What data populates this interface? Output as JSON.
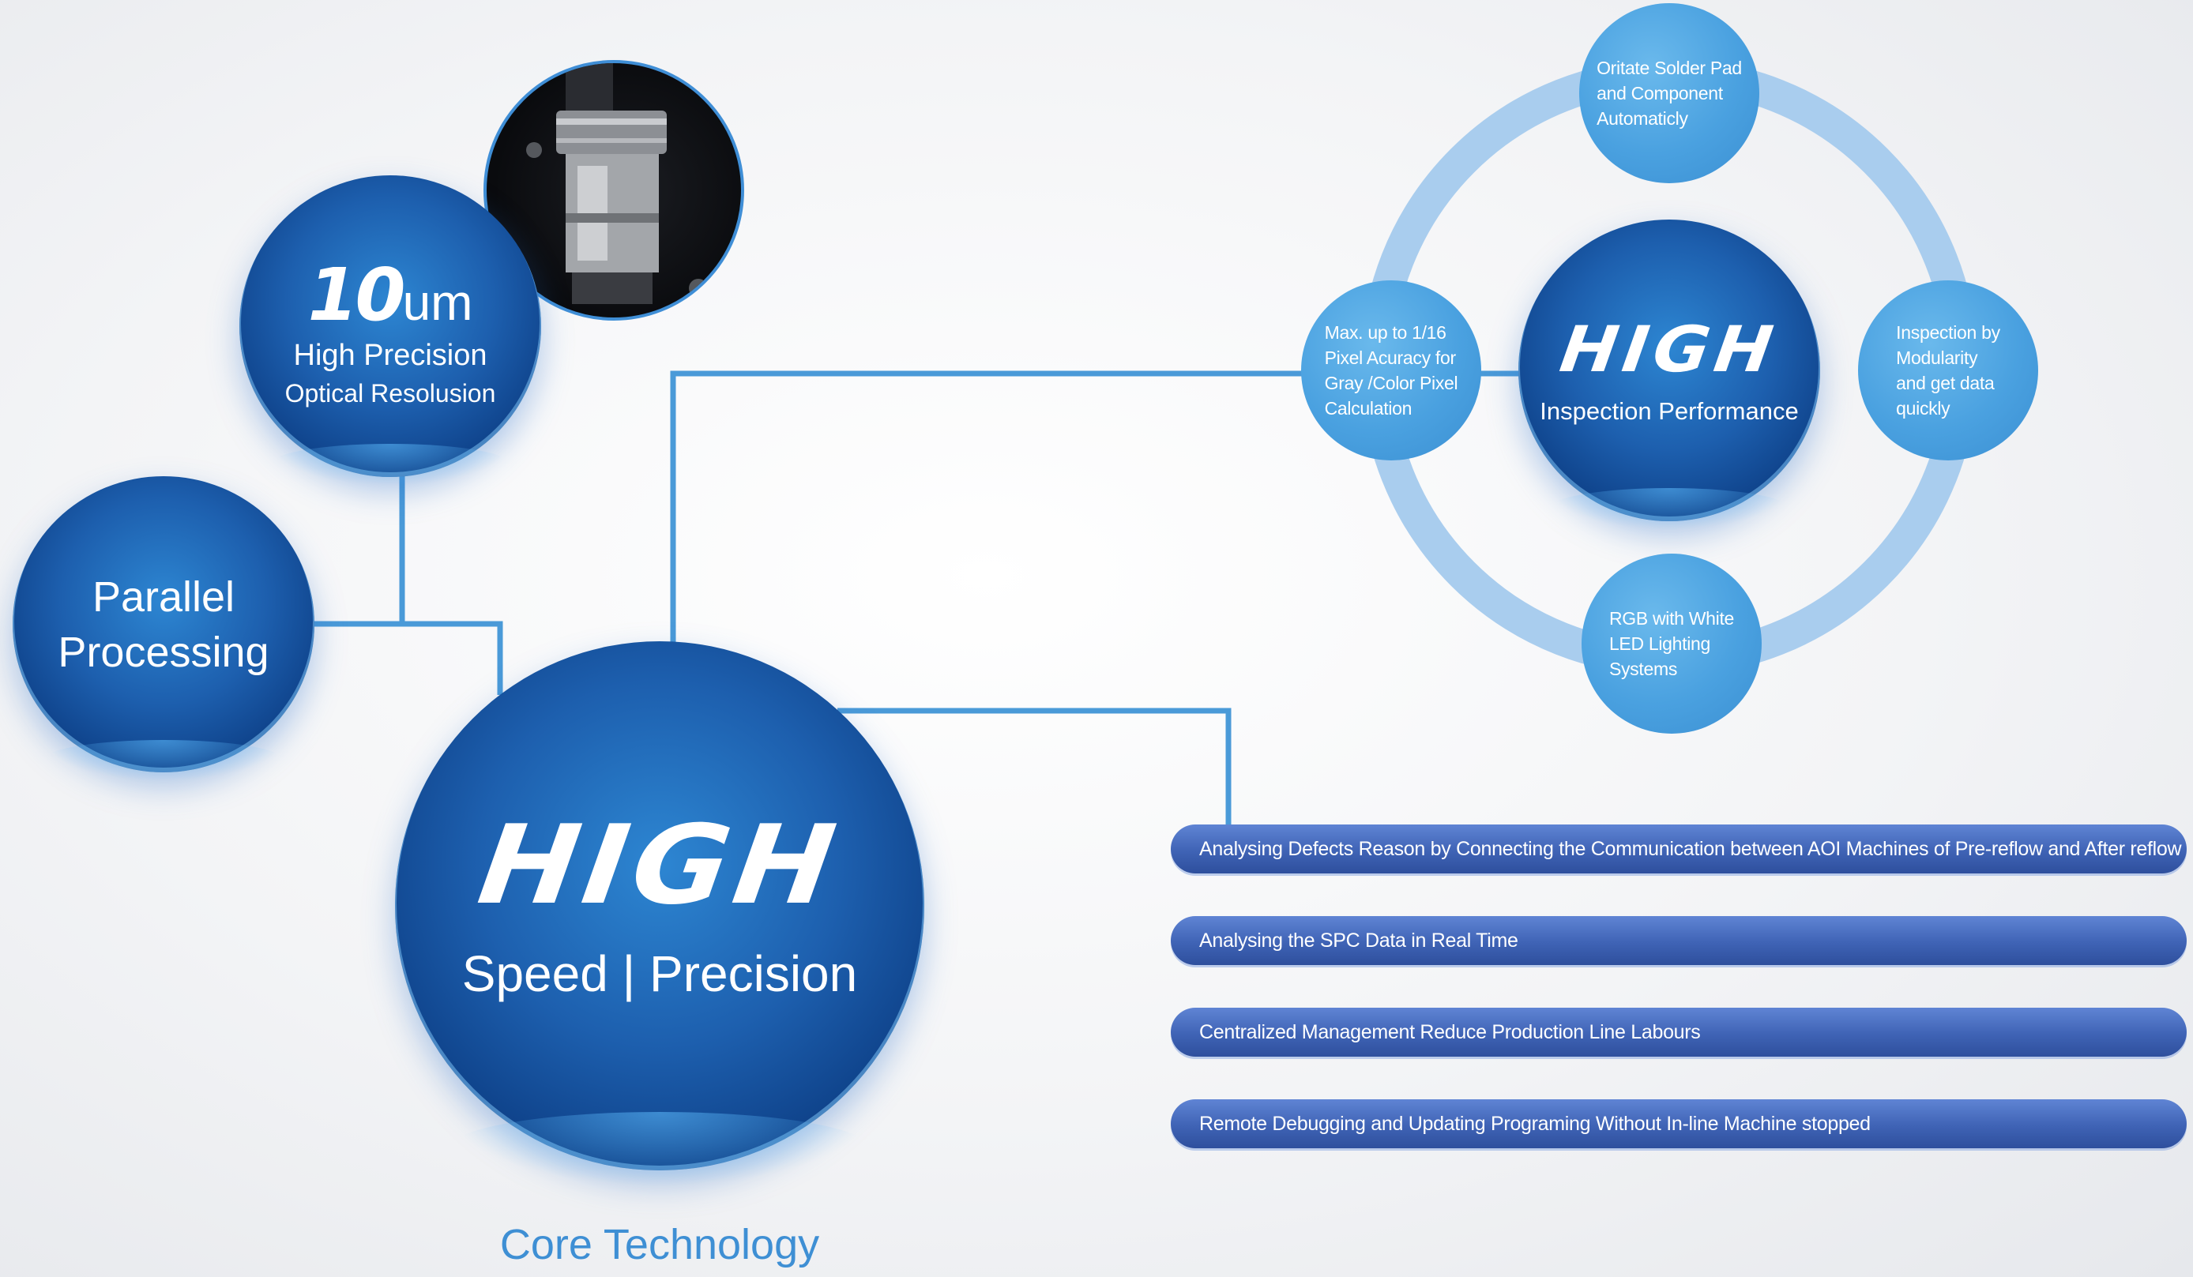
{
  "core": {
    "high_label": "HIGH",
    "subtitle": "Speed | Precision",
    "caption": "Core Technology"
  },
  "precision_node": {
    "value": "10",
    "unit": "um",
    "line1": "High Precision",
    "line2": "Optical Resolusion"
  },
  "parallel_node": {
    "line1": "Parallel",
    "line2": "Processing"
  },
  "inspection": {
    "high_label": "HIGH",
    "subtitle": "Inspection Performance",
    "satellites": [
      "Oritate Solder Pad\nand Component\nAutomaticly",
      "Max. up to 1/16\nPixel Acuracy for\nGray /Color Pixel\nCalculation",
      "Inspection by\nModularity\nand  get  data\nquickly",
      "RGB with White\nLED Lighting\nSystems"
    ]
  },
  "features": [
    "Analysing Defects Reason by Connecting the Communication between AOI Machines of Pre-reflow and After reflow",
    "Analysing  the SPC Data in Real Time",
    "Centralized Management Reduce  Production Line Labours",
    "Remote Debugging and Updating Programing Without In-line Machine stopped"
  ],
  "colors": {
    "connector": "#4a9ad8",
    "ring": "#a9cdee",
    "caption": "#3e8fd4",
    "bar": "#3f63b5"
  }
}
